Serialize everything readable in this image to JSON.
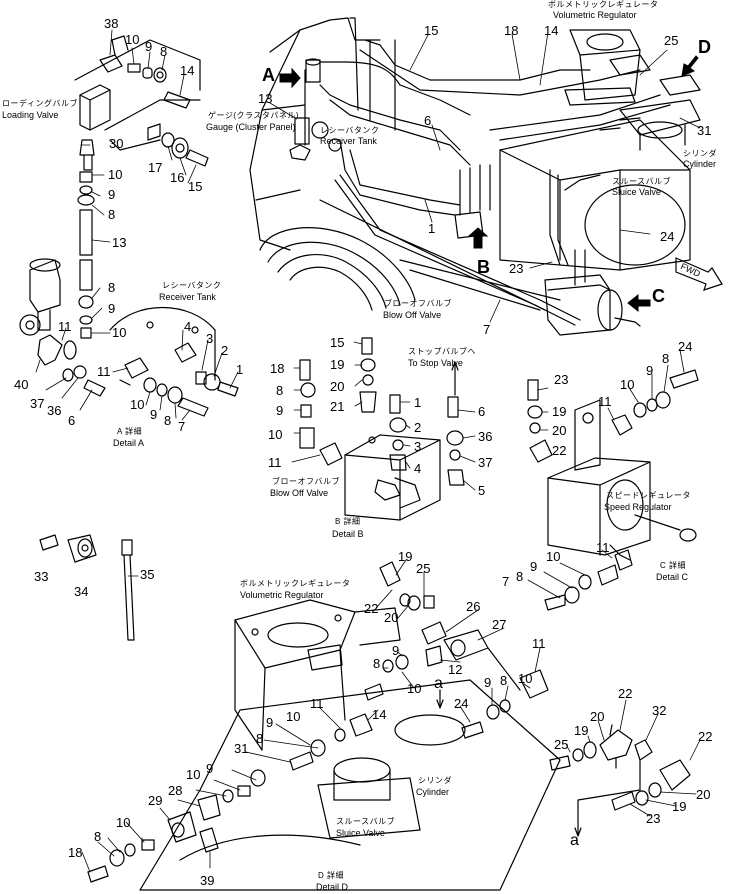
{
  "labels": {
    "volumetric_regulator_jp": "ボルメトリックレギュレータ",
    "volumetric_regulator_en": "Volumetric Regulator",
    "loading_valve_jp": "ローディングバルブ",
    "loading_valve_en": "Loading Valve",
    "gauge_jp": "ゲージ(クラスタパネル)",
    "gauge_en": "Gauge (Cluster Panel)",
    "receiver_tank_jp": "レシーバタンク",
    "receiver_tank_en": "Receiver Tank",
    "cylinder_jp": "シリンダ",
    "cylinder_en": "Cylinder",
    "sluice_valve_jp": "スルースバルブ",
    "sluice_valve_en": "Sluice Valve",
    "blow_off_valve_jp": "ブローオフバルブ",
    "blow_off_valve_en": "Blow Off Valve",
    "to_stop_valve_jp": "ストップバルブへ",
    "to_stop_valve_en": "To Stop Valve",
    "speed_regulator_jp": "スピードレギュレータ",
    "speed_regulator_en": "Speed Regulator",
    "fwd": "FWD",
    "detail_a_jp": "A 詳細",
    "detail_a_en": "Detail A",
    "detail_b_jp": "B 詳細",
    "detail_b_en": "Detail B",
    "detail_c_jp": "C 詳細",
    "detail_c_en": "Detail C",
    "detail_d_jp": "D 詳細",
    "detail_d_en": "Detail D"
  },
  "letters": [
    "A",
    "B",
    "C",
    "D",
    "a",
    "a"
  ],
  "callouts": [
    "38",
    "10",
    "9",
    "8",
    "14",
    "30",
    "17",
    "16",
    "15",
    "10",
    "9",
    "8",
    "13",
    "8",
    "9",
    "10",
    "11",
    "40",
    "37",
    "36",
    "6",
    "4",
    "3",
    "2",
    "1",
    "11",
    "10",
    "9",
    "8",
    "7",
    "15",
    "18",
    "14",
    "25",
    "13",
    "6",
    "1",
    "31",
    "24",
    "23",
    "7",
    "15",
    "19",
    "20",
    "21",
    "18",
    "8",
    "9",
    "10",
    "11",
    "1",
    "2",
    "3",
    "4",
    "6",
    "36",
    "37",
    "5",
    "23",
    "19",
    "20",
    "22",
    "11",
    "10",
    "9",
    "8",
    "24",
    "11",
    "10",
    "9",
    "8",
    "7",
    "33",
    "34",
    "35",
    "19",
    "25",
    "22",
    "20",
    "26",
    "27",
    "11",
    "8",
    "9",
    "12",
    "10",
    "9",
    "8",
    "10",
    "24",
    "11",
    "10",
    "14",
    "9",
    "8",
    "31",
    "10",
    "9",
    "28",
    "29",
    "10",
    "8",
    "9",
    "18",
    "39",
    "22",
    "20",
    "32",
    "19",
    "25",
    "22",
    "20",
    "19",
    "23"
  ]
}
